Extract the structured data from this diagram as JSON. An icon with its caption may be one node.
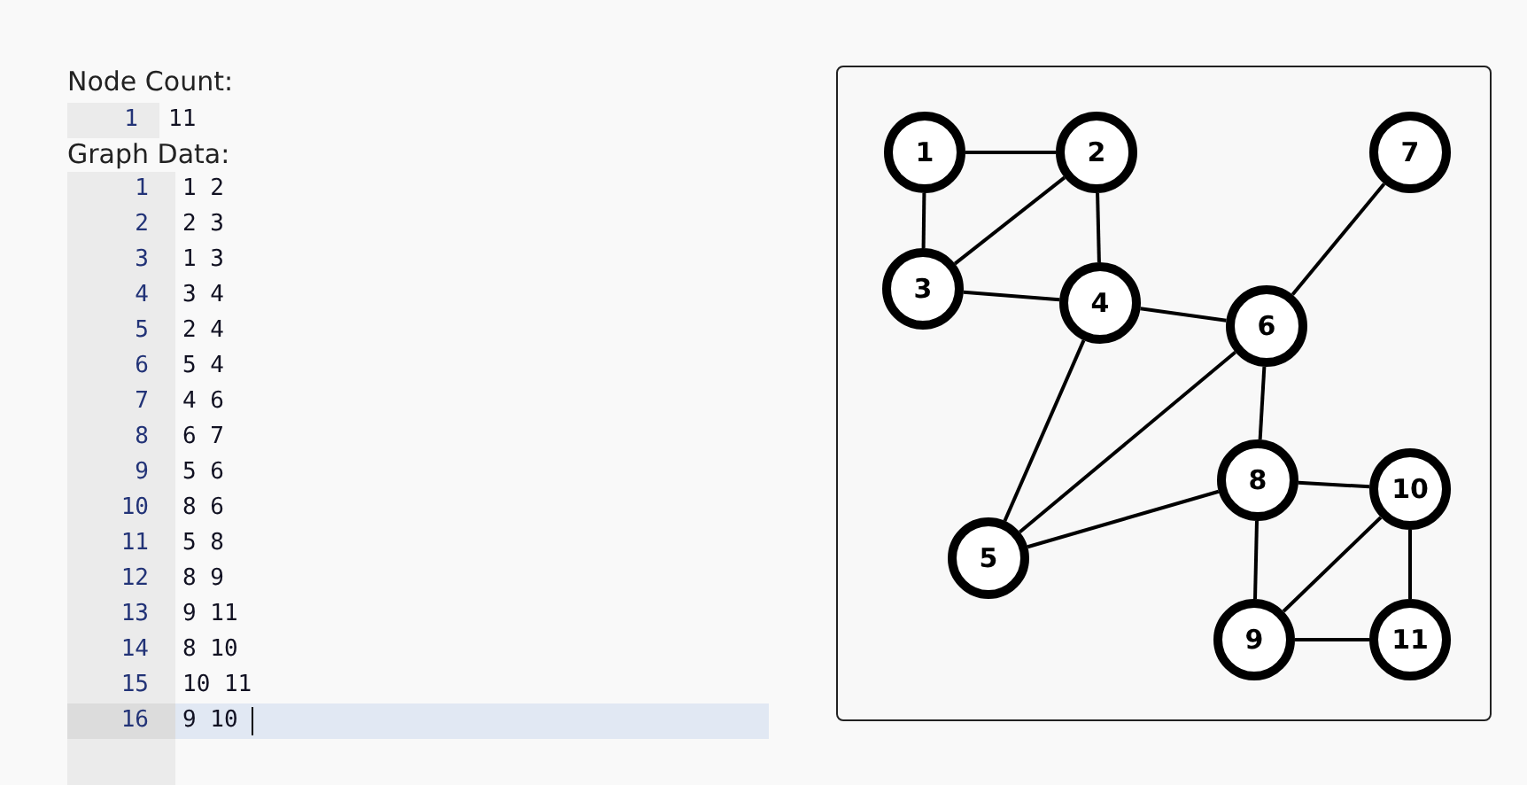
{
  "diagram": {
    "nodes": [
      {
        "text": [
          "1"
        ]
      },
      {
        "text": [
          "2"
        ]
      },
      {
        "text": [
          "3"
        ]
      },
      {
        "text": [
          "4"
        ]
      },
      {
        "text": [
          "5"
        ]
      },
      {
        "text": [
          "6"
        ]
      },
      {
        "text": [
          "7"
        ]
      },
      {
        "text": [
          "8"
        ]
      },
      {
        "text": [
          "9"
        ]
      },
      {
        "text": [
          "10"
        ]
      },
      {
        "text": [
          "11"
        ]
      }
    ],
    "edges": [
      {
        "from": 0,
        "to": 1,
        "arrow": "none"
      },
      {
        "from": 1,
        "to": 2,
        "arrow": "none"
      },
      {
        "from": 0,
        "to": 2,
        "arrow": "none"
      },
      {
        "from": 2,
        "to": 3,
        "arrow": "none"
      },
      {
        "from": 1,
        "to": 3,
        "arrow": "none"
      },
      {
        "from": 4,
        "to": 3,
        "arrow": "none"
      },
      {
        "from": 3,
        "to": 5,
        "arrow": "none"
      },
      {
        "from": 5,
        "to": 6,
        "arrow": "none"
      },
      {
        "from": 4,
        "to": 5,
        "arrow": "none"
      },
      {
        "from": 7,
        "to": 5,
        "arrow": "none"
      },
      {
        "from": 4,
        "to": 7,
        "arrow": "none"
      },
      {
        "from": 7,
        "to": 8,
        "arrow": "none"
      },
      {
        "from": 8,
        "to": 10,
        "arrow": "none"
      },
      {
        "from": 7,
        "to": 9,
        "arrow": "none"
      },
      {
        "from": 9,
        "to": 10,
        "arrow": "none"
      },
      {
        "from": 8,
        "to": 9,
        "arrow": "none"
      }
    ],
    "labels": [
      "Node Count:",
      "1",
      "11",
      "Graph Data:",
      "1",
      "1 2",
      "2",
      "2 3",
      "3",
      "1 3",
      "4",
      "3 4",
      "5",
      "2 4",
      "6",
      "5 4",
      "7",
      "4 6",
      "8",
      "6 7",
      "9",
      "5 6",
      "10",
      "8 6",
      "11",
      "5 8",
      "12",
      "8 9",
      "13",
      "9 11",
      "14",
      "8 10",
      "15",
      "10 11",
      "16",
      "9 10"
    ]
  }
}
